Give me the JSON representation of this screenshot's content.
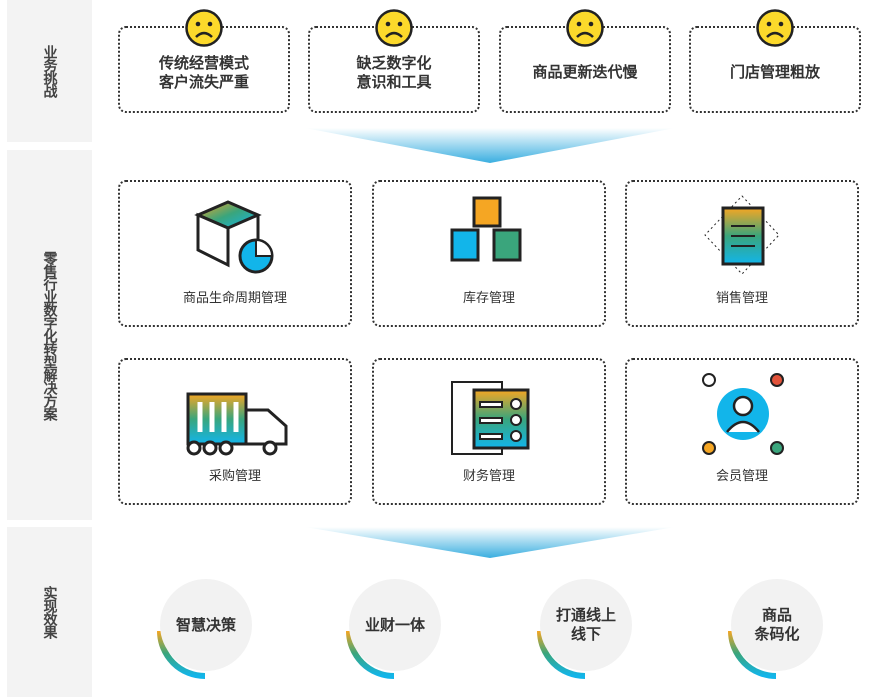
{
  "sections": {
    "challenges": "业务挑战",
    "solutions": "零售行业数字化转型解决方案",
    "results": "实现效果"
  },
  "challenges": [
    "传统经营模式\n客户流失严重",
    "缺乏数字化\n意识和工具",
    "商品更新迭代慢",
    "门店管理粗放"
  ],
  "solutions": [
    "商品生命周期管理",
    "库存管理",
    "销售管理",
    "采购管理",
    "财务管理",
    "会员管理"
  ],
  "results": [
    "智慧决策",
    "业财一体",
    "打通线上\n线下",
    "商品\n条码化"
  ],
  "colors": {
    "face": "#fcd92b",
    "accent_blue": "#12b5ea",
    "accent_orange": "#f5a623",
    "accent_green": "#3aa57c",
    "sidebar": "#f3f3f3"
  }
}
